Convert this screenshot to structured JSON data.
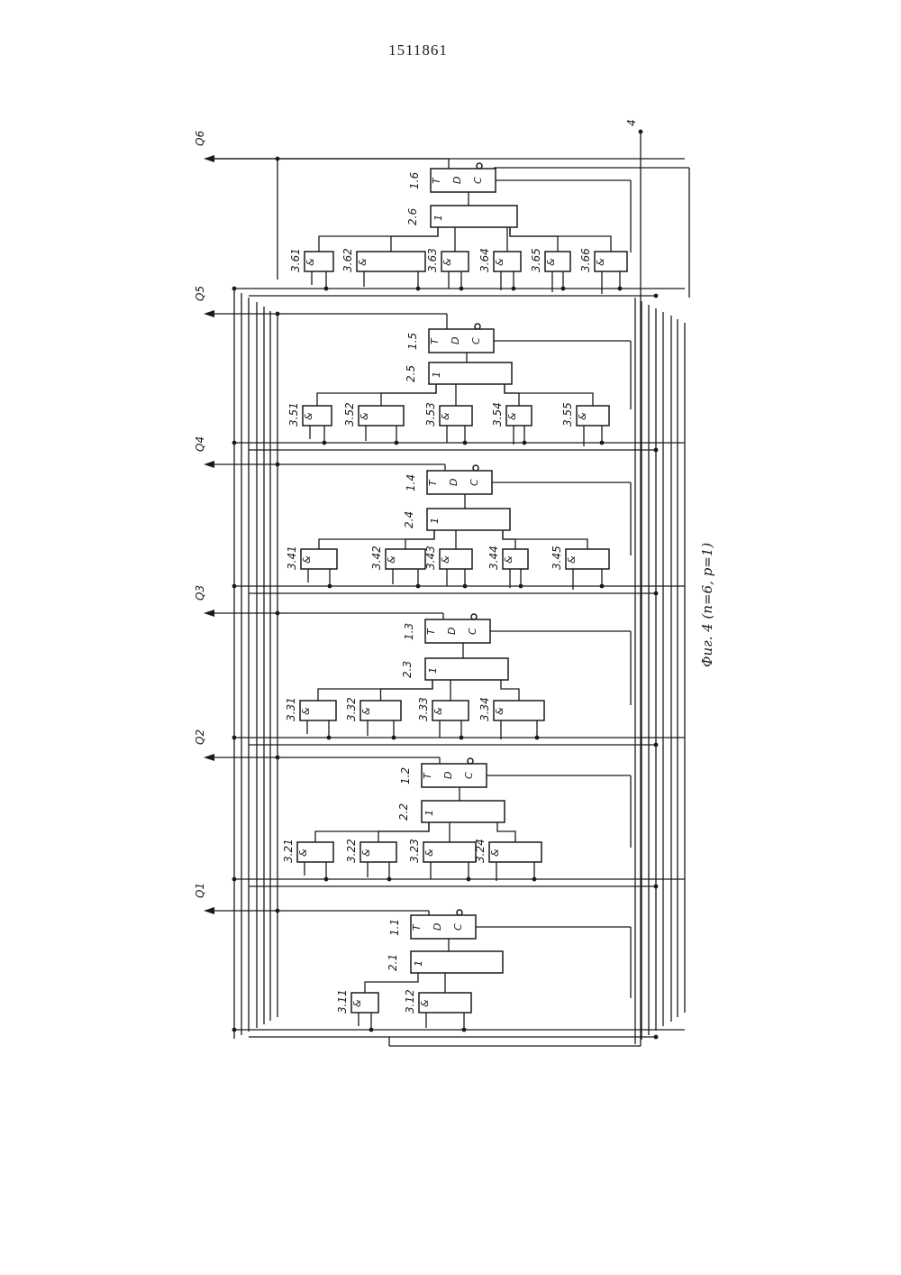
{
  "patent_number": "1511861",
  "caption": "Фиг. 4  (n=6, p=1)",
  "input_terminal": "4",
  "outputs": [
    "Q1",
    "Q2",
    "Q3",
    "Q4",
    "Q5",
    "Q6"
  ],
  "flipflop_pins": {
    "t": "T",
    "d": "D",
    "c": "C"
  },
  "or_symbol": "1",
  "and_symbol": "&",
  "stages": [
    {
      "flipflop": "1.1",
      "or_gate": "2.1",
      "and_gates": [
        "3.11",
        "3.12"
      ]
    },
    {
      "flipflop": "1.2",
      "or_gate": "2.2",
      "and_gates": [
        "3.21",
        "3.22",
        "3.23",
        "3.24"
      ]
    },
    {
      "flipflop": "1.3",
      "or_gate": "2.3",
      "and_gates": [
        "3.31",
        "3.32",
        "3.33",
        "3.34"
      ]
    },
    {
      "flipflop": "1.4",
      "or_gate": "2.4",
      "and_gates": [
        "3.41",
        "3.42",
        "3.43",
        "3.44",
        "3.45"
      ]
    },
    {
      "flipflop": "1.5",
      "or_gate": "2.5",
      "and_gates": [
        "3.51",
        "3.52",
        "3.53",
        "3.54",
        "3.55"
      ]
    },
    {
      "flipflop": "1.6",
      "or_gate": "2.6",
      "and_gates": [
        "3.61",
        "3.62",
        "3.63",
        "3.64",
        "3.65",
        "3.66"
      ]
    }
  ]
}
